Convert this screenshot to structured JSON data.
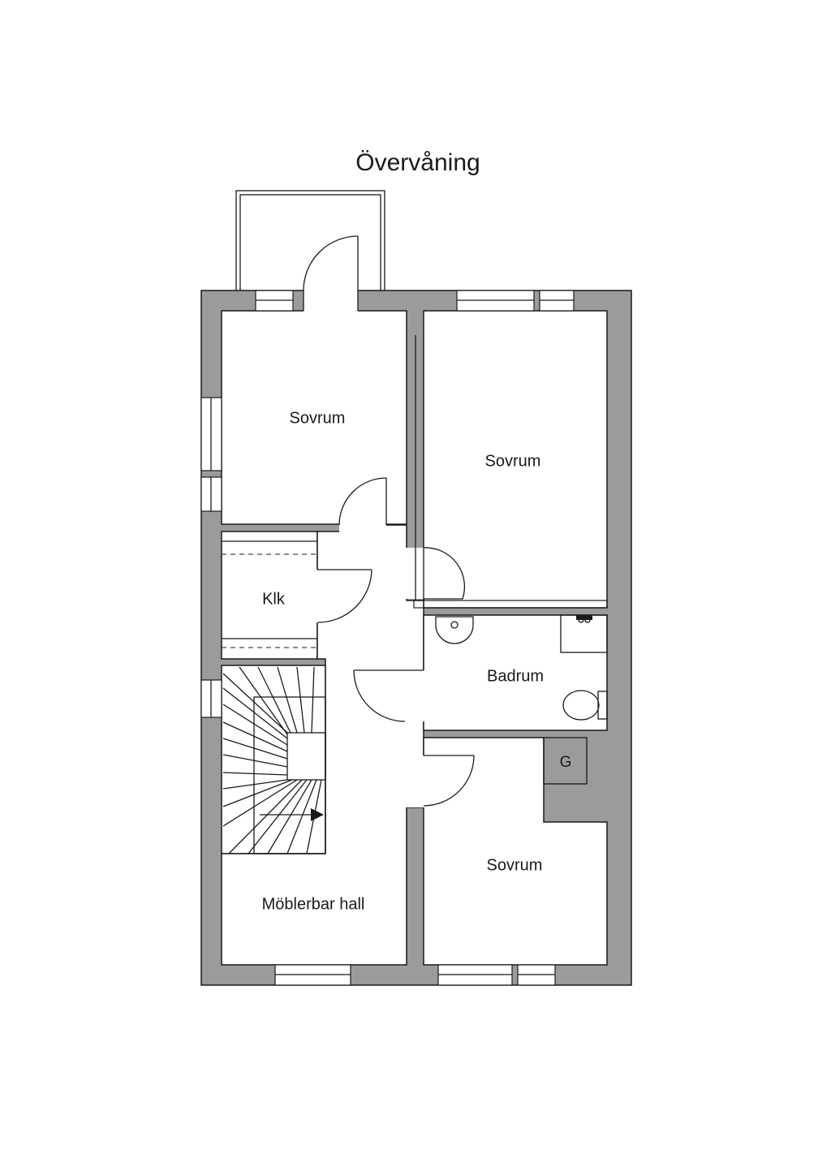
{
  "floor_title": "Övervåning",
  "rooms": {
    "bedroom_top_left": "Sovrum",
    "bedroom_top_right": "Sovrum",
    "closet": "Klk",
    "bathroom": "Badrum",
    "bedroom_bottom_right": "Sovrum",
    "hall": "Möblerbar hall"
  },
  "fixtures": {
    "g_box": "G"
  },
  "colors": {
    "wall_fill": "#9b9b9b",
    "line": "#1a1a1a",
    "background": "#ffffff"
  }
}
